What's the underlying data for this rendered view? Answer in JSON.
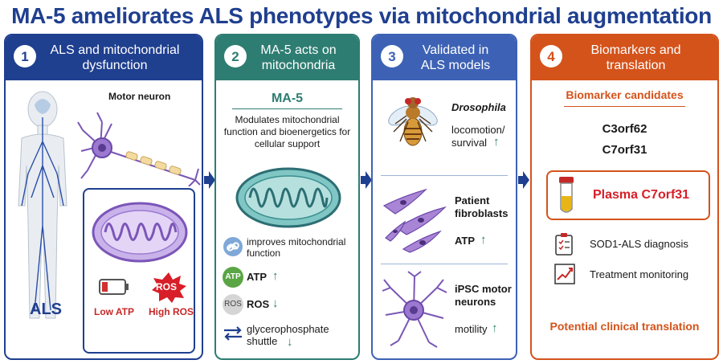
{
  "title": "MA-5 ameliorates ALS phenotypes via mitochondrial augmentation",
  "colors": {
    "blue": "#1f3f8f",
    "teal": "#2e7d72",
    "mid_blue": "#3d62b5",
    "orange": "#d4531b"
  },
  "panel1": {
    "num": "1",
    "heading": "ALS and mitochondrial dysfunction",
    "motor_neuron": "Motor neuron",
    "als_label": "ALS",
    "low_atp": "Low ATP",
    "ros_badge": "ROS",
    "high_ros": "High ROS"
  },
  "panel2": {
    "num": "2",
    "heading": "MA-5 acts on mitochondria",
    "drug": "MA-5",
    "desc": "Modulates mitochondrial function and bioenergetics for cellular support",
    "effects": [
      {
        "icon": "link-icon",
        "badge": "",
        "text": "improves mitochondrial function",
        "dir": ""
      },
      {
        "icon": "atp-icon",
        "badge": "ATP",
        "text": "ATP",
        "dir": "↑"
      },
      {
        "icon": "ros-icon",
        "badge": "ROS",
        "text": "ROS",
        "dir": "↓"
      },
      {
        "icon": "exchange-icon",
        "badge": "",
        "text": "glycerophosphate shuttle",
        "dir": "↓"
      }
    ]
  },
  "panel3": {
    "num": "3",
    "heading": "Validated in ALS models",
    "drosophila": "Drosophila",
    "drosophila_effect": "locomotion/ survival",
    "fibroblasts": "Patient fibroblasts",
    "fibroblast_effect": "ATP",
    "ipsc": "iPSC motor neurons",
    "ipsc_effect": "motility",
    "up": "↑"
  },
  "panel4": {
    "num": "4",
    "heading": "Biomarkers and translation",
    "candidates_title": "Biomarker candidates",
    "candidates": [
      "C3orf62",
      "C7orf31"
    ],
    "plasma": "Plasma C7orf31",
    "uses": [
      "SOD1-ALS diagnosis",
      "Treatment monitoring"
    ],
    "footer": "Potential clinical translation"
  }
}
